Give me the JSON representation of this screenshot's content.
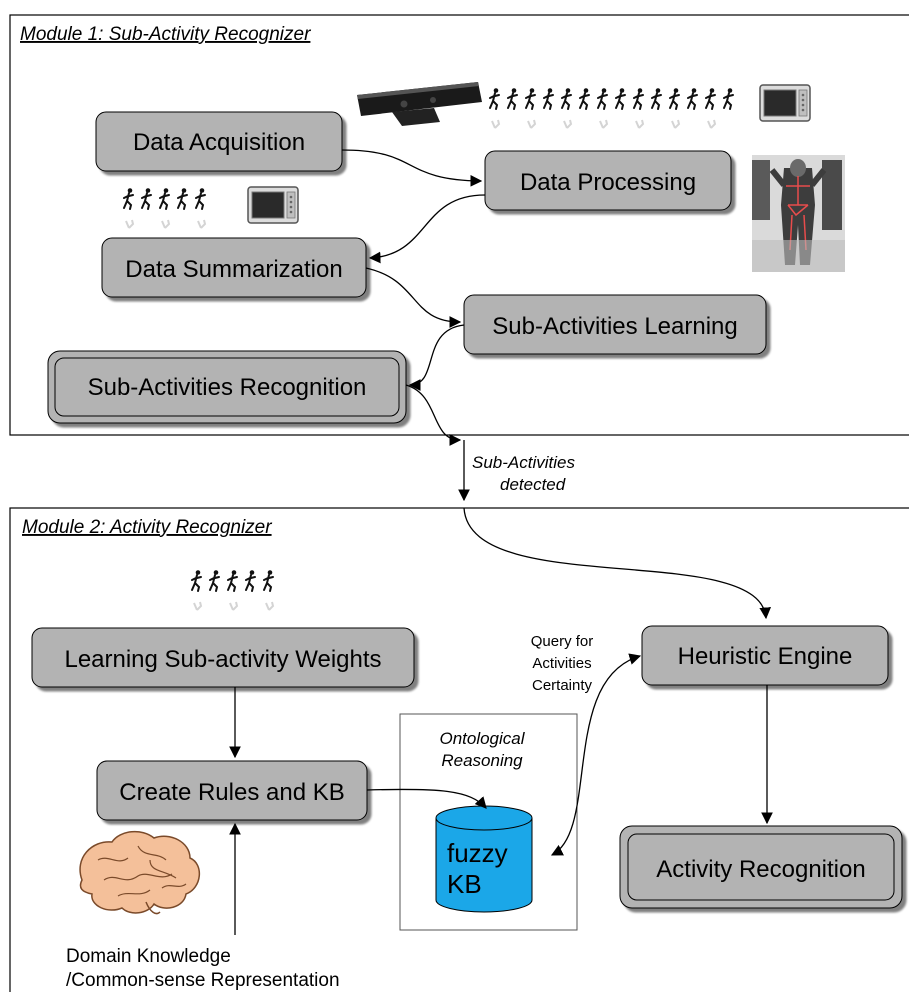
{
  "modules": {
    "module1_title": "Module 1: Sub-Activity Recognizer",
    "module2_title": "Module 2: Activity Recognizer"
  },
  "nodes": {
    "data_acquisition": "Data Acquisition",
    "data_processing": "Data Processing",
    "data_summarization": "Data Summarization",
    "sub_activities_learning": "Sub-Activities Learning",
    "sub_activities_recognition": "Sub-Activities Recognition",
    "learning_weights": "Learning Sub-activity Weights",
    "create_rules": "Create Rules and KB",
    "heuristic_engine": "Heuristic Engine",
    "activity_recognition": "Activity Recognition",
    "fuzzy_kb_line1": "fuzzy",
    "fuzzy_kb_line2": "KB"
  },
  "labels": {
    "sub_activities_detected_line1": "Sub-Activities",
    "sub_activities_detected_line2": "detected",
    "ontological_line1": "Ontological",
    "ontological_line2": "Reasoning",
    "query_line1": "Query for",
    "query_line2": "Activities",
    "query_line3": "Certainty",
    "domain_line1": "Domain Knowledge",
    "domain_line2": "/Common-sense Representation"
  },
  "icons": [
    "kinect-sensor-icon",
    "running-figures-icon",
    "microwave-icon",
    "depth-skeleton-icon",
    "brain-icon",
    "database-icon"
  ],
  "colors": {
    "node_fill": "#b3b3b3",
    "fuzzy_kb_fill": "#1ba7e8"
  }
}
